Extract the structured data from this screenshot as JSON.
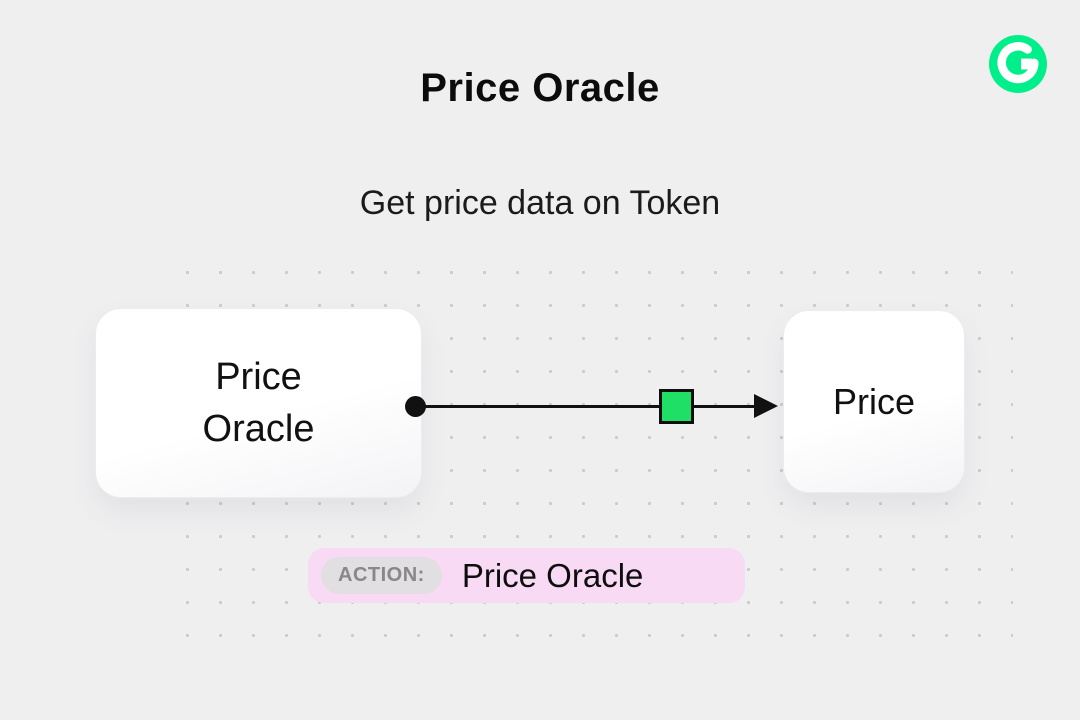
{
  "page": {
    "title": "Price Oracle",
    "subtitle": "Get price data on Token"
  },
  "logo": {
    "icon": "flow-logo",
    "color": "#00ef8b"
  },
  "diagram": {
    "nodes": [
      {
        "id": "price-oracle",
        "label": "Price Oracle"
      },
      {
        "id": "price",
        "label": "Price"
      }
    ],
    "edge": {
      "from": "price-oracle",
      "to": "price",
      "marker": "green-square",
      "marker_color": "#1fdf66"
    }
  },
  "action_bar": {
    "badge_label": "ACTION:",
    "action_label": "Price Oracle",
    "background": "#f8daf4"
  }
}
